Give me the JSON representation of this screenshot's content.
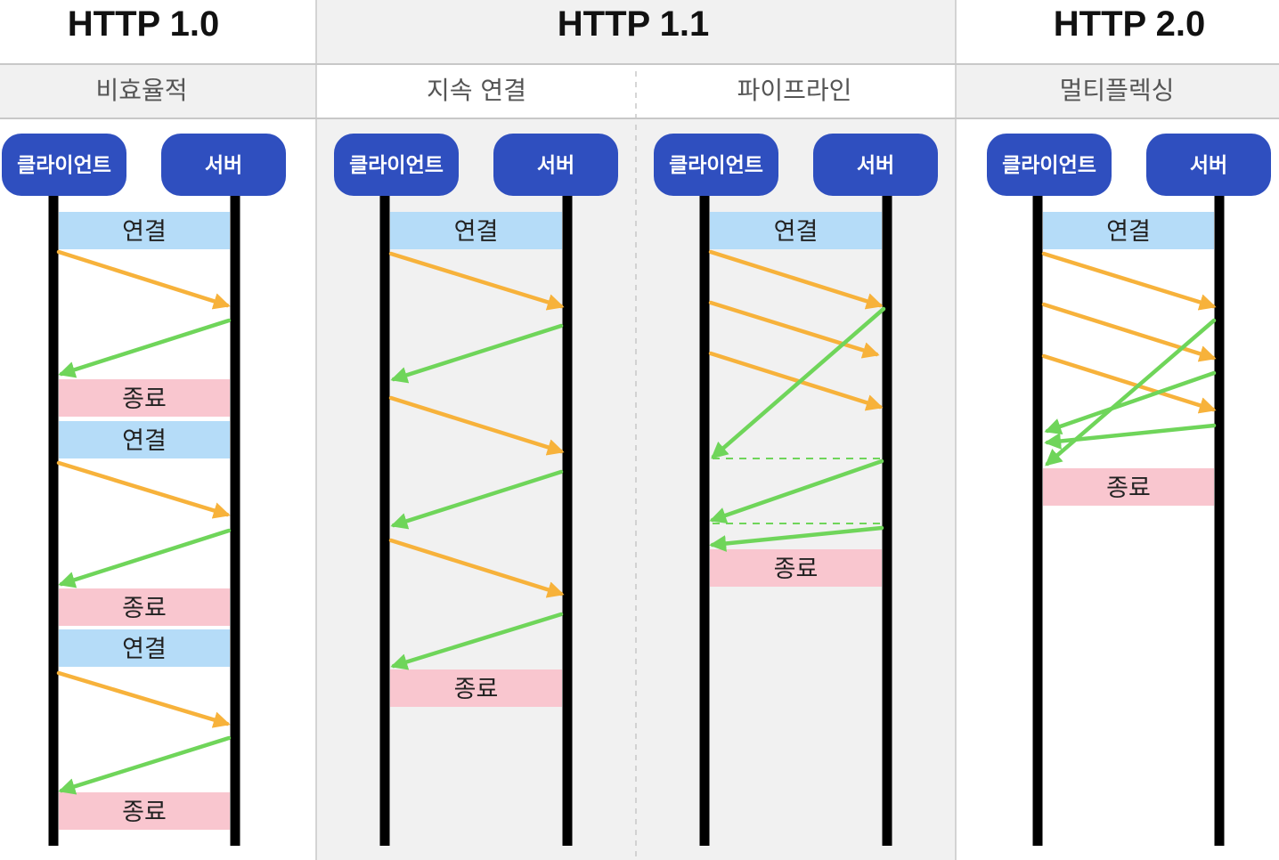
{
  "colors": {
    "node": "#2f4fbf",
    "lifeline": "#000000",
    "connect": "#b5dcf8",
    "close": "#f9c6cf",
    "request": "#f7b23b",
    "response": "#6fd55a",
    "shaded": "#f1f1f1",
    "divider": "#c8c8c8"
  },
  "headers": [
    {
      "title": "HTTP 1.0"
    },
    {
      "title": "HTTP 1.1"
    },
    {
      "title": "HTTP 2.0"
    }
  ],
  "panels": [
    {
      "subtitle": "비효율적",
      "client_label": "클라이언트",
      "server_label": "서버",
      "boxes": [
        {
          "kind": "connect",
          "label": "연결"
        },
        {
          "kind": "close",
          "label": "종료"
        },
        {
          "kind": "connect",
          "label": "연결"
        },
        {
          "kind": "close",
          "label": "종료"
        },
        {
          "kind": "connect",
          "label": "연결"
        },
        {
          "kind": "close",
          "label": "종료"
        }
      ],
      "messages": [
        {
          "kind": "request"
        },
        {
          "kind": "response"
        },
        {
          "kind": "request"
        },
        {
          "kind": "response"
        },
        {
          "kind": "request"
        },
        {
          "kind": "response"
        }
      ]
    },
    {
      "subtitle": "지속 연결",
      "client_label": "클라이언트",
      "server_label": "서버",
      "boxes": [
        {
          "kind": "connect",
          "label": "연결"
        },
        {
          "kind": "close",
          "label": "종료"
        }
      ],
      "messages": [
        {
          "kind": "request"
        },
        {
          "kind": "response"
        },
        {
          "kind": "request"
        },
        {
          "kind": "response"
        },
        {
          "kind": "request"
        },
        {
          "kind": "response"
        }
      ]
    },
    {
      "subtitle": "파이프라인",
      "client_label": "클라이언트",
      "server_label": "서버",
      "boxes": [
        {
          "kind": "connect",
          "label": "연결"
        },
        {
          "kind": "close",
          "label": "종료"
        }
      ],
      "messages": [
        {
          "kind": "request"
        },
        {
          "kind": "request"
        },
        {
          "kind": "request"
        },
        {
          "kind": "response"
        },
        {
          "kind": "response"
        },
        {
          "kind": "response"
        }
      ]
    },
    {
      "subtitle": "멀티플렉싱",
      "client_label": "클라이언트",
      "server_label": "서버",
      "boxes": [
        {
          "kind": "connect",
          "label": "연결"
        },
        {
          "kind": "close",
          "label": "종료"
        }
      ],
      "messages": [
        {
          "kind": "request"
        },
        {
          "kind": "request"
        },
        {
          "kind": "request"
        },
        {
          "kind": "response"
        },
        {
          "kind": "response"
        },
        {
          "kind": "response"
        }
      ]
    }
  ]
}
